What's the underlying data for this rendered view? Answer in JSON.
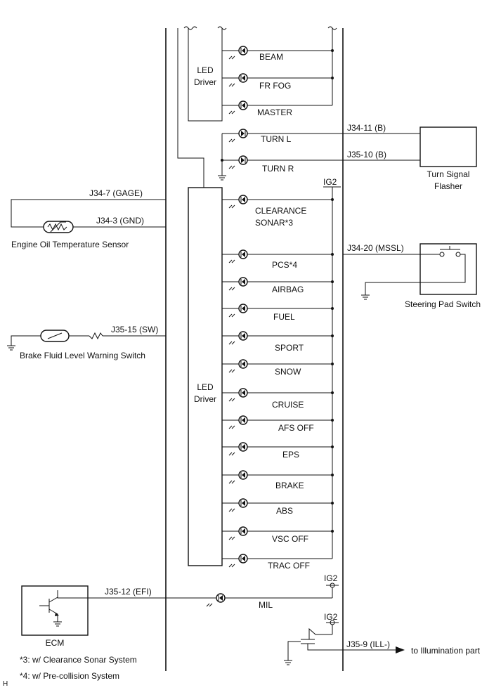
{
  "top_driver": {
    "line1": "LED",
    "line2": "Driver"
  },
  "main_driver": {
    "line1": "LED",
    "line2": "Driver"
  },
  "top_leds": [
    "BEAM",
    "FR FOG",
    "MASTER"
  ],
  "turn_leds": [
    "TURN L",
    "TURN R"
  ],
  "ig2_label": "IG2",
  "main_leds": [
    {
      "line1": "CLEARANCE",
      "line2": "SONAR*3"
    },
    {
      "line1": "PCS*4"
    },
    {
      "line1": "AIRBAG"
    },
    {
      "line1": "FUEL"
    },
    {
      "line1": "SPORT"
    },
    {
      "line1": "SNOW"
    },
    {
      "line1": "CRUISE"
    },
    {
      "line1": "AFS OFF"
    },
    {
      "line1": "EPS"
    },
    {
      "line1": "BRAKE"
    },
    {
      "line1": "ABS"
    },
    {
      "line1": "VSC OFF"
    },
    {
      "line1": "TRAC OFF"
    }
  ],
  "pins": {
    "turn_l": "J34-11 (B)",
    "turn_r": "J35-10 (B)",
    "gage": "J34-7 (GAGE)",
    "gnd": "J34-3 (GND)",
    "mssl": "J34-20 (MSSL)",
    "sw": "J35-15 (SW)",
    "efi": "J35-12 (EFI)",
    "ill": "J35-9 (ILL-)"
  },
  "components": {
    "turn_flasher_line1": "Turn Signal",
    "turn_flasher_line2": "Flasher",
    "oil_sensor": "Engine Oil Temperature Sensor",
    "steering_switch": "Steering Pad Switch",
    "brake_switch": "Brake Fluid Level Warning Switch",
    "ecm": "ECM",
    "mil": "MIL",
    "illumination": "to Illumination part"
  },
  "footnotes": [
    "*3: w/ Clearance Sonar System",
    "*4: w/ Pre-collision System"
  ],
  "corner_mark": "H"
}
